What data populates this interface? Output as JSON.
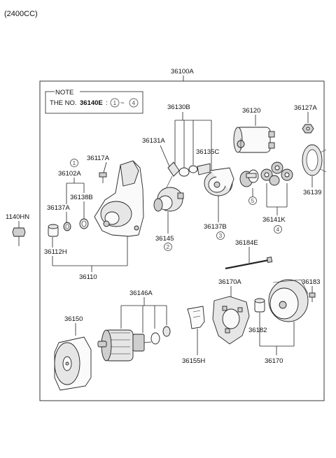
{
  "header": {
    "engine": "(2400CC)"
  },
  "note": {
    "title": "NOTE",
    "prefix": "THE NO.",
    "part": "36140E",
    "sep": ":",
    "range_start": "1",
    "tilde": "~",
    "range_end": "4"
  },
  "labels": {
    "p36100A": "36100A",
    "p36130B": "36130B",
    "p36120": "36120",
    "p36127A": "36127A",
    "p36131A": "36131A",
    "p36135C": "36135C",
    "p36117A": "36117A",
    "p36102A": "36102A",
    "p36138B": "36138B",
    "p36137A": "36137A",
    "p36139": "36139",
    "p1140HN": "1140HN",
    "p36112H": "36112H",
    "p36145": "36145",
    "p36137B": "36137B",
    "p36141K": "36141K",
    "p36184E": "36184E",
    "p36110": "36110",
    "p36170A": "36170A",
    "p36183": "36183",
    "p36146A": "36146A",
    "p36150": "36150",
    "p36182": "36182",
    "p36155H": "36155H",
    "p36170": "36170"
  },
  "circled_refs": {
    "c36102A": "1",
    "c36145": "2",
    "c36137B": "3",
    "c36141K": "4",
    "c5": "5"
  }
}
